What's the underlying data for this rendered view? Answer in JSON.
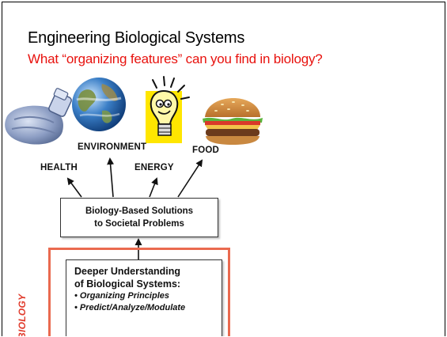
{
  "slide": {
    "title": "Engineering Biological Systems",
    "subtitle": "What “organizing features” can you find in biology?"
  },
  "icons": [
    "hot-water-bottle-icon",
    "earth-globe-icon",
    "light-bulb-icon",
    "hamburger-icon"
  ],
  "diagram": {
    "labels": {
      "health": "HEALTH",
      "environment": "ENVIRONMENT",
      "energy": "ENERGY",
      "food": "FOOD"
    },
    "solutions_box": {
      "line1": "Biology-Based Solutions",
      "line2": "to Societal Problems"
    },
    "understanding_box": {
      "line1": "Deeper Understanding",
      "line2": "of Biological Systems:",
      "bullet1": "• Organizing Principles",
      "bullet2": "• Predict/Analyze/Modulate"
    },
    "vertical_label": "BIOLOGY"
  },
  "colors": {
    "subtitle": "#e8120e",
    "frame": "#ea6a4f",
    "vertical_label": "#e03a2b",
    "bulb_fill": "#ffe600"
  }
}
